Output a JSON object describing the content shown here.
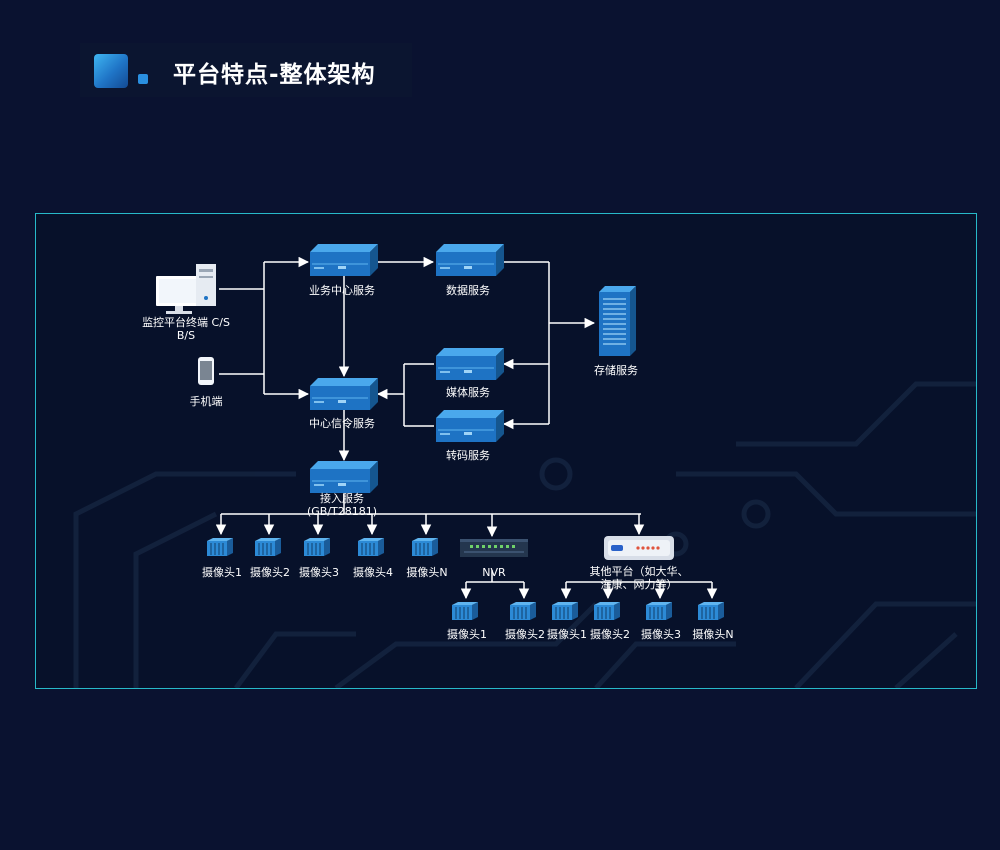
{
  "header": {
    "title": "平台特点-整体架构"
  },
  "diagram": {
    "nodes": {
      "monitor_terminal": "监控平台终端 C/S",
      "monitor_terminal_2": "B/S",
      "mobile": "手机端",
      "business_center": "业务中心服务",
      "data_service": "数据服务",
      "storage_service": "存储服务",
      "media_service": "媒体服务",
      "signaling_service": "中心信令服务",
      "transcode_service": "转码服务",
      "access_service": "接入服务",
      "access_service_2": "(GB/T28181)",
      "cam1": "摄像头1",
      "cam2": "摄像头2",
      "cam3": "摄像头3",
      "cam4": "摄像头4",
      "camN": "摄像头N",
      "nvr": "NVR",
      "other_platform": "其他平台（如大华、",
      "other_platform_2": "海康、网力等）",
      "nvr_cam1": "摄像头1",
      "nvr_cam2": "摄像头2",
      "op_cam1": "摄像头1",
      "op_cam2": "摄像头2",
      "op_cam3": "摄像头3",
      "op_camN": "摄像头N"
    }
  },
  "colors": {
    "background": "#0a1230",
    "frame_border": "#27b9c9",
    "server_top": "#3d9ee6",
    "server_front": "#1e73c4",
    "arrow": "#ffffff"
  }
}
